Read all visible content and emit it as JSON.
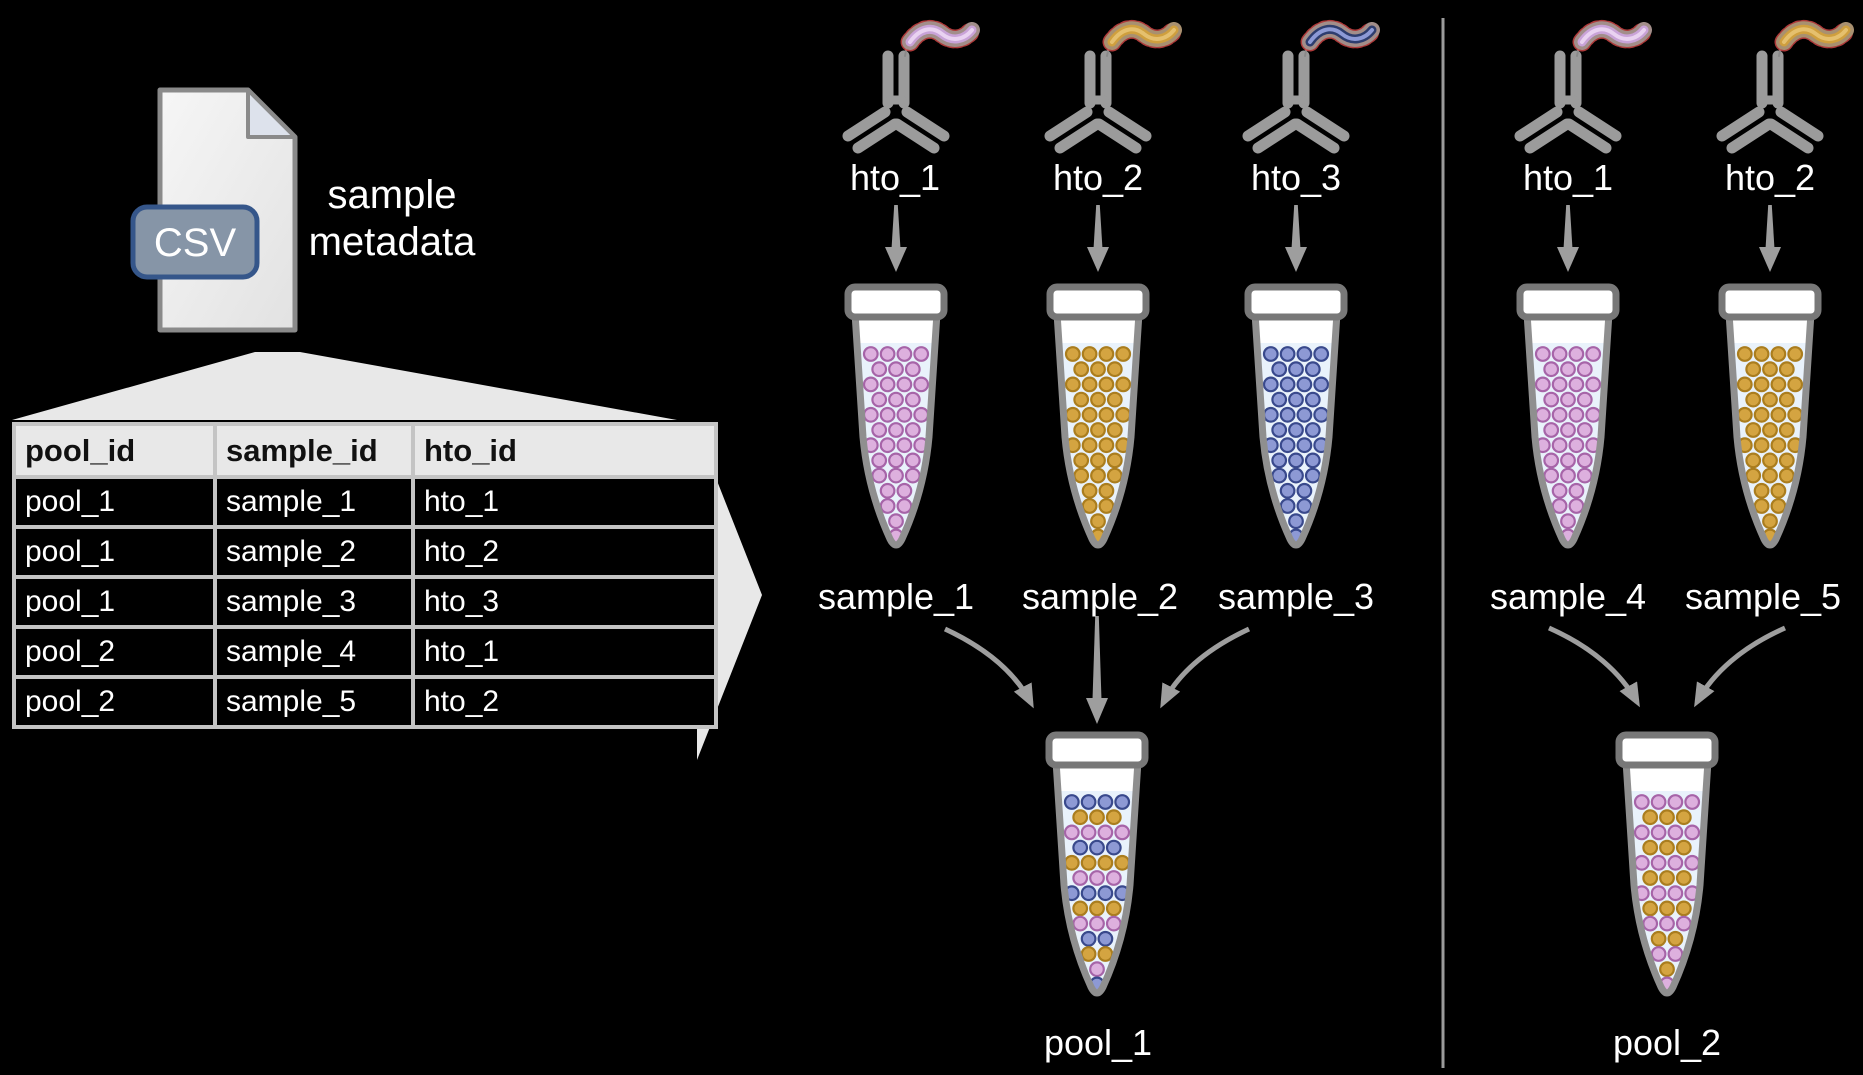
{
  "csv_file": {
    "badge_label": "CSV",
    "caption_line1": "sample",
    "caption_line2": "metadata"
  },
  "table": {
    "headers": [
      "pool_id",
      "sample_id",
      "hto_id"
    ],
    "rows": [
      [
        "pool_1",
        "sample_1",
        "hto_1"
      ],
      [
        "pool_1",
        "sample_2",
        "hto_2"
      ],
      [
        "pool_1",
        "sample_3",
        "hto_3"
      ],
      [
        "pool_2",
        "sample_4",
        "hto_1"
      ],
      [
        "pool_2",
        "sample_5",
        "hto_2"
      ]
    ]
  },
  "pools": [
    {
      "pool_label": "pool_1",
      "htos": [
        {
          "label": "hto_1",
          "ribbon": "purple"
        },
        {
          "label": "hto_2",
          "ribbon": "gold"
        },
        {
          "label": "hto_3",
          "ribbon": "blue"
        }
      ],
      "samples": [
        {
          "label": "sample_1",
          "cell": "pink"
        },
        {
          "label": "sample_2",
          "cell": "gold"
        },
        {
          "label": "sample_3",
          "cell": "blue"
        }
      ],
      "pool_cycle": [
        "blue",
        "gold",
        "pink"
      ]
    },
    {
      "pool_label": "pool_2",
      "htos": [
        {
          "label": "hto_1",
          "ribbon": "purple"
        },
        {
          "label": "hto_2",
          "ribbon": "gold"
        }
      ],
      "samples": [
        {
          "label": "sample_4",
          "cell": "pink"
        },
        {
          "label": "sample_5",
          "cell": "gold"
        }
      ],
      "pool_cycle": [
        "pink",
        "gold"
      ]
    }
  ],
  "cell_row_pattern": [
    4,
    3,
    4,
    3,
    4,
    3,
    4,
    3,
    3,
    2,
    2,
    1,
    1
  ],
  "palette": {
    "background": "#000000",
    "gray_shape": "#e8e8e8",
    "outline_gray": "#9b9b9b",
    "arrow": "#9e9e9e",
    "tube_cap": "#787878",
    "tube_body": "#8f8f8f",
    "liquid": "#e9f2fb",
    "cells": {
      "pink": {
        "fill": "#ddb0de",
        "stroke": "#a664a8"
      },
      "gold": {
        "fill": "#d4a441",
        "stroke": "#aa7d1e"
      },
      "blue": {
        "fill": "#8d99d4",
        "stroke": "#39498c"
      }
    },
    "ribbons": {
      "purple": {
        "outer": "#a28e8a",
        "mid": "#c9a3d8",
        "core": "#e9d2f1"
      },
      "gold": {
        "outer": "#a89070",
        "mid": "#cf9f3e",
        "core": "#e5c06e"
      },
      "blue": {
        "outer": "#a28e8a",
        "mid": "#2e3d6e",
        "core": "#8d9ad6"
      }
    },
    "fringe": "#cc4444",
    "doc_fill": "#f0f0f0",
    "doc_fold": "#dde2ec",
    "doc_border": "#8a8a8a",
    "badge_fill": "#8695a7",
    "badge_border": "#35568a",
    "table_border": "#c4c4c4",
    "header_bg": "#e8e8e8",
    "header_text": "#111111",
    "cell_text": "#ffffff",
    "label_text": "#ffffff"
  }
}
